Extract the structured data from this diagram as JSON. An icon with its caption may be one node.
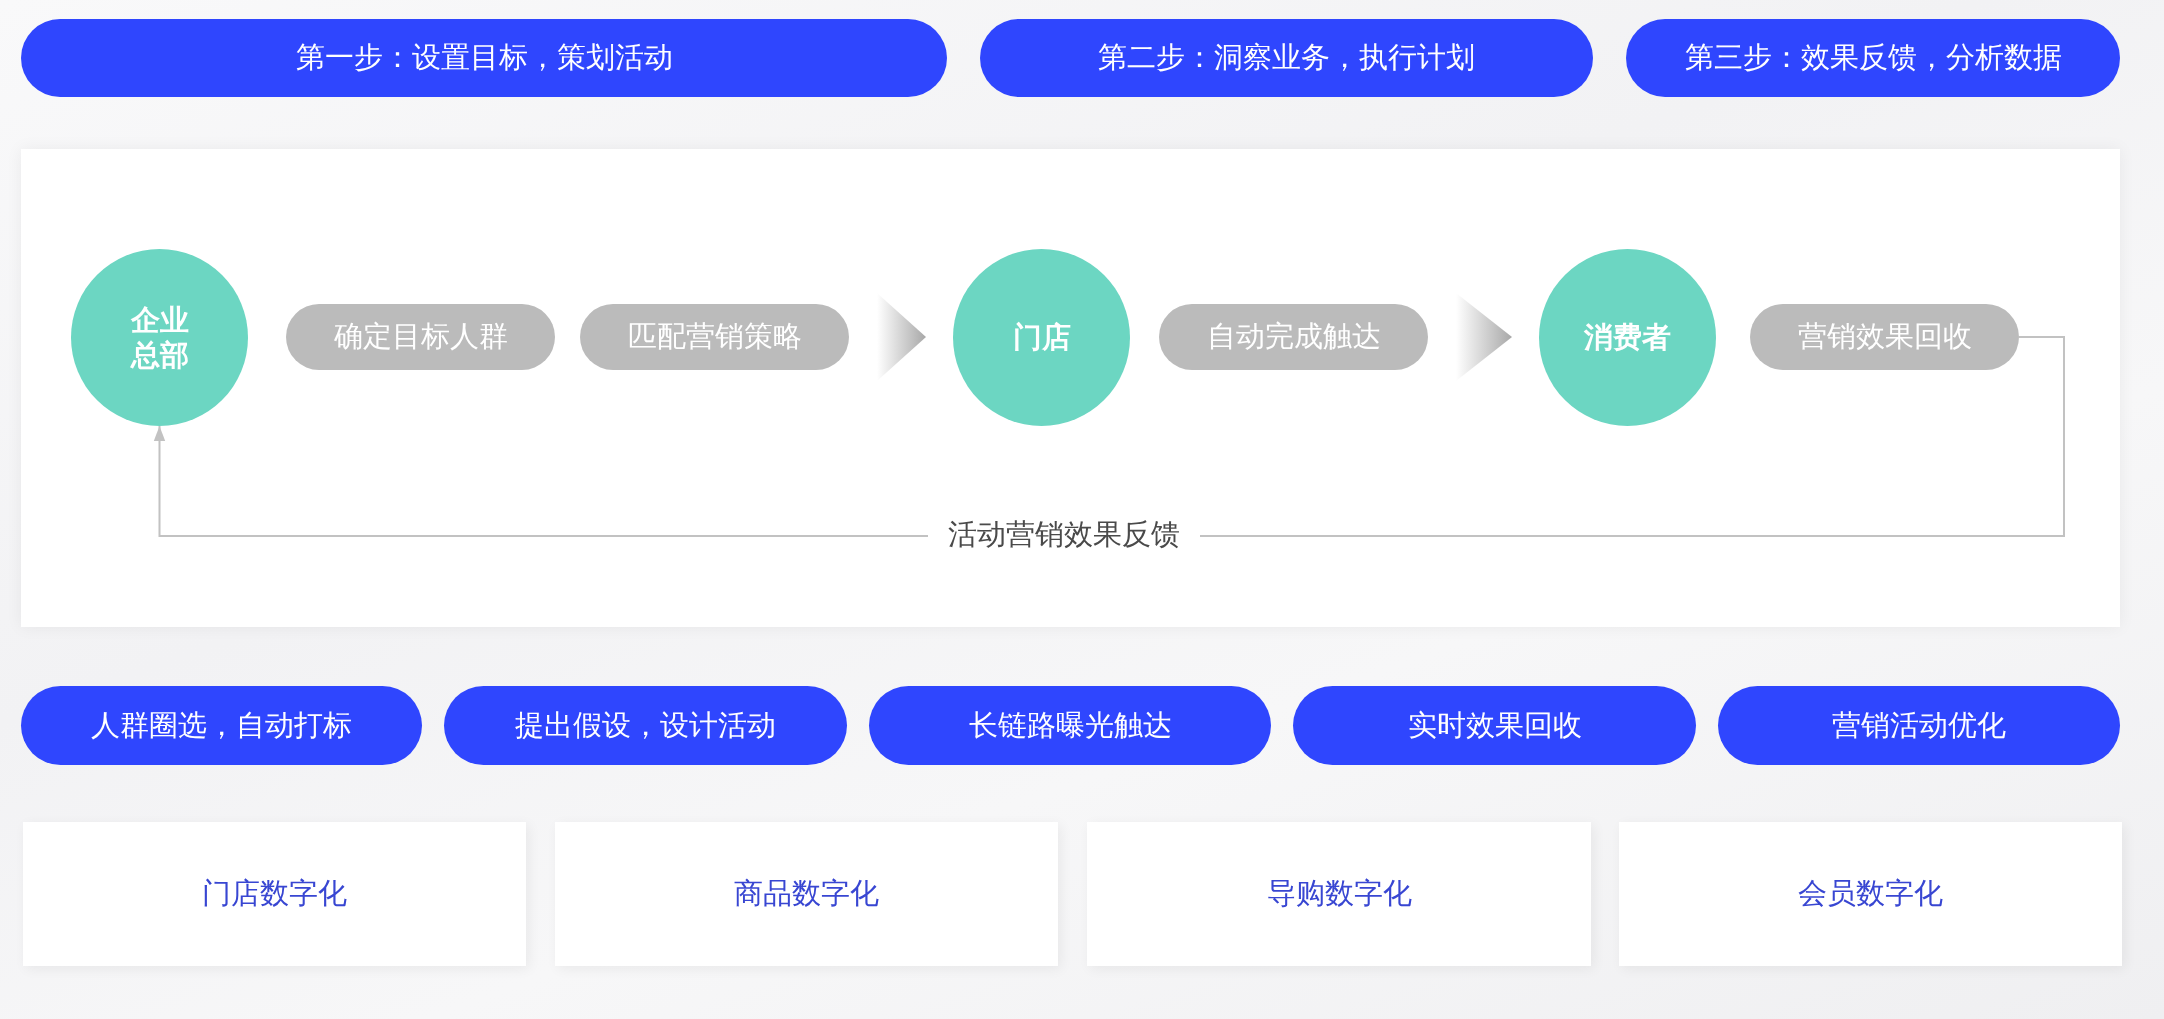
{
  "diagram": {
    "nodes": [
      {
        "text": [
          "第一步：设置目标，策划活动"
        ]
      },
      {
        "text": [
          "第二步：洞察业务，执行计划"
        ]
      },
      {
        "text": [
          "第三步：效果反馈，分析数据"
        ]
      },
      {
        "text": [],
        "shape": "box"
      },
      {
        "text": [
          "企业总部"
        ],
        "in": 3
      },
      {
        "text": [
          "确定目标人群"
        ],
        "in": 3
      },
      {
        "text": [
          "匹配营销策略"
        ],
        "in": 3
      },
      {
        "text": [
          "门店"
        ],
        "in": 3
      },
      {
        "text": [
          "自动完成触达"
        ],
        "in": 3
      },
      {
        "text": [
          "消费者"
        ],
        "in": 3
      },
      {
        "text": [
          "营销效果回收"
        ],
        "in": 3
      },
      {
        "text": [
          "人群圈选，自动打标"
        ]
      },
      {
        "text": [
          "提出假设，设计活动"
        ]
      },
      {
        "text": [
          "长链路曝光触达"
        ]
      },
      {
        "text": [
          "实时效果回收"
        ]
      },
      {
        "text": [
          "营销活动优化"
        ]
      },
      {
        "text": [
          "门店数字化"
        ]
      },
      {
        "text": [
          "商品数字化"
        ]
      },
      {
        "text": [
          "导购数字化"
        ]
      },
      {
        "text": [
          "会员数字化"
        ]
      }
    ],
    "edges": [
      {
        "from": 6,
        "to": 7,
        "arrow": "to"
      },
      {
        "from": 8,
        "to": 9,
        "arrow": "to"
      },
      {
        "from": 10,
        "to": 4,
        "arrow": "to",
        "label": "活动营销效果反馈"
      }
    ]
  }
}
